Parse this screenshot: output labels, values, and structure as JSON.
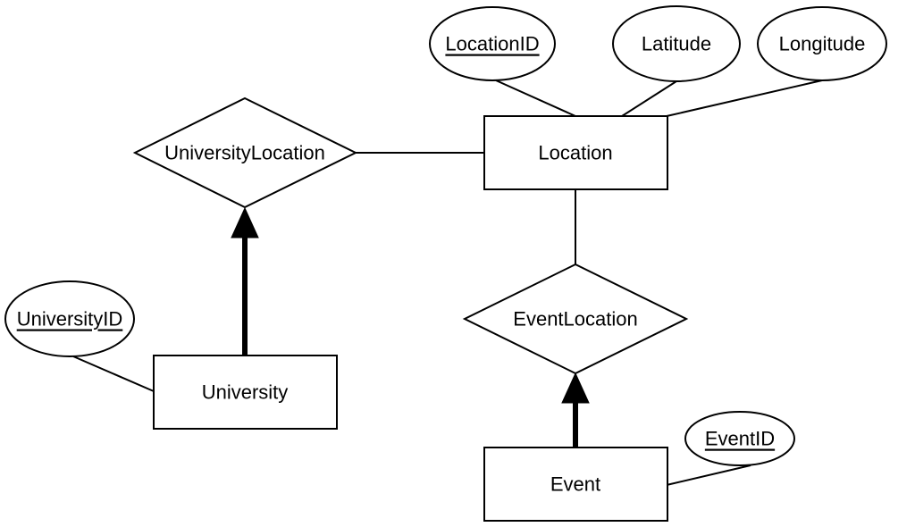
{
  "entities": {
    "location": "Location",
    "university": "University",
    "event": "Event"
  },
  "relationships": {
    "university_location": "UniversityLocation",
    "event_location": "EventLocation"
  },
  "attributes": {
    "location_id": "LocationID",
    "latitude": "Latitude",
    "longitude": "Longitude",
    "university_id": "UniversityID",
    "event_id": "EventID"
  },
  "key_attributes": [
    "LocationID",
    "UniversityID",
    "EventID"
  ],
  "colors": {
    "stroke": "#000000",
    "fill": "#ffffff",
    "text": "#000000"
  }
}
